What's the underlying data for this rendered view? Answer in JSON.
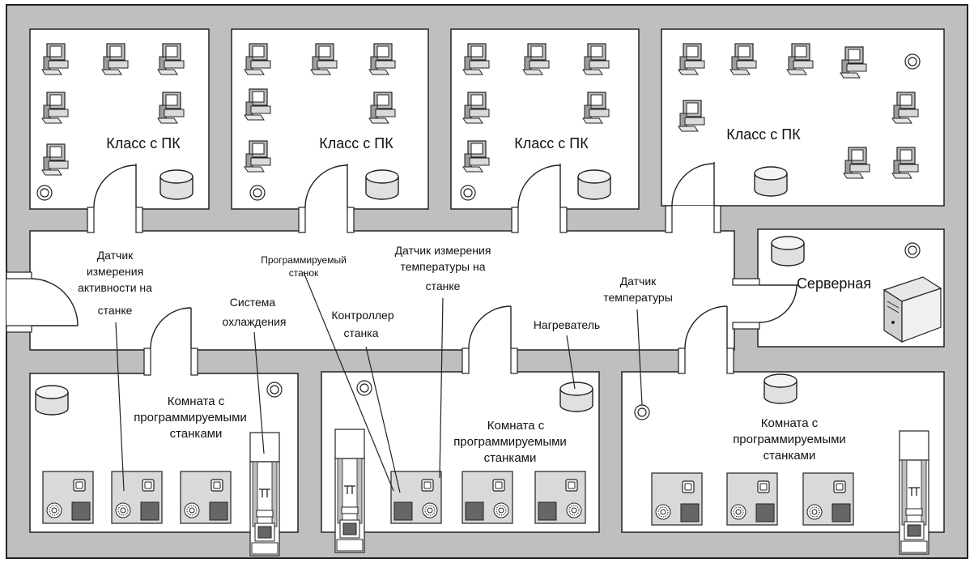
{
  "rooms": {
    "classes": [
      {
        "label": "Класс с ПК"
      },
      {
        "label": "Класс с ПК"
      },
      {
        "label": "Класс с ПК"
      },
      {
        "label": "Класс с ПК"
      }
    ],
    "server": {
      "label": "Серверная"
    },
    "machine_rooms": [
      {
        "label_lines": [
          "Комната с",
          "программируемыми",
          "станками"
        ]
      },
      {
        "label_lines": [
          "Комната с",
          "программируемыми",
          "станками"
        ]
      },
      {
        "label_lines": [
          "Комната с",
          "программируемыми",
          "станками"
        ]
      }
    ]
  },
  "callouts": {
    "activity_sensor": [
      "Датчик",
      "измерения",
      "активности на",
      "станке"
    ],
    "programmable_machine": [
      "Программируемый",
      "станок"
    ],
    "machine_temp_sensor": [
      "Датчик измерения",
      "температуры на",
      "станке"
    ],
    "cooling_system": [
      "Система",
      "охлаждения"
    ],
    "machine_controller": [
      "Контроллер",
      "станка"
    ],
    "heater": [
      "Нагреватель"
    ],
    "temp_sensor": [
      "Датчик",
      "температуры"
    ]
  },
  "colors": {
    "wall": "#bfbfbf",
    "floor": "#ffffff",
    "outline": "#222222",
    "panel": "#d9d9d9",
    "dark_panel": "#666666"
  }
}
